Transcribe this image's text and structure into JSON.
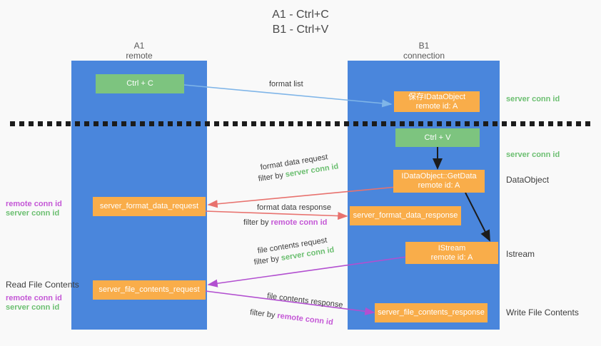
{
  "title": {
    "line1": "A1 - Ctrl+C",
    "line2": "B1 - Ctrl+V"
  },
  "columns": {
    "left": {
      "name": "A1",
      "role": "remote"
    },
    "right": {
      "name": "B1",
      "role": "connection"
    }
  },
  "colors": {
    "column": "#4a86dc",
    "box_orange": "#f9ad4a",
    "box_green": "#7dc47f",
    "server_conn_id": "#6cbf71",
    "remote_conn_id": "#c457d6",
    "arrow_blue": "#7fb5e8",
    "arrow_red": "#e8726e",
    "arrow_purple": "#b24fd0",
    "arrow_black": "#1c1c1c",
    "divider": "#1c1c1c"
  },
  "boxes": {
    "ctrl_c": {
      "line1": "Ctrl + C"
    },
    "ctrl_v": {
      "line1": "Ctrl + V"
    },
    "save_idataobject": {
      "line1": "保存IDataObject",
      "line2": "remote id: A"
    },
    "getdata": {
      "line1": "IDataObject::GetData",
      "line2": "remote id: A"
    },
    "istream": {
      "line1": "IStream",
      "line2": "remote id: A"
    },
    "server_format_data_request": {
      "line1": "server_format_data_request"
    },
    "server_format_data_response": {
      "line1": "server_format_data_response"
    },
    "server_file_contents_request": {
      "line1": "server_file_contents_request"
    },
    "server_file_contents_response": {
      "line1": "server_file_contents_response"
    }
  },
  "edge_labels": {
    "format_list": "format list",
    "format_data_request": "format data request",
    "format_data_request_filter_prefix": "filter by ",
    "format_data_request_filter_value": "server conn id",
    "format_data_response": "format data response",
    "format_data_response_filter_prefix": "filter by ",
    "format_data_response_filter_value": "remote conn id",
    "file_contents_request": "file contents request",
    "file_contents_request_filter_prefix": "filter by ",
    "file_contents_request_filter_value": "server conn id",
    "file_contents_response": "file contents response",
    "file_contents_response_filter_prefix": "filter by ",
    "file_contents_response_filter_value": "remote conn id"
  },
  "side_labels": {
    "right_server_conn_id_top": "server conn id",
    "right_server_conn_id_mid": "server conn id",
    "right_dataobject": "DataObject",
    "right_istream": "Istream",
    "right_write_file_contents": "Write File Contents",
    "left_remote_conn_id_1": "remote conn id",
    "left_server_conn_id_1": "server conn id",
    "left_read_file_contents": "Read File Contents",
    "left_remote_conn_id_2": "remote conn id",
    "left_server_conn_id_2": "server conn id"
  }
}
